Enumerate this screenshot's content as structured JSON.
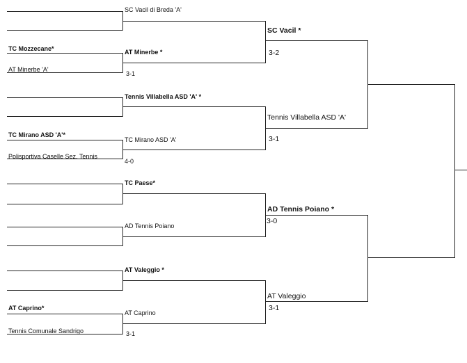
{
  "round1": {
    "matches": [
      {
        "top": {
          "name": "",
          "bold": false
        },
        "bottom": {
          "name": "",
          "bold": false
        },
        "score": ""
      },
      {
        "top": {
          "name": "TC Mozzecane*",
          "bold": true
        },
        "bottom": {
          "name": "AT Minerbe 'A'",
          "bold": false
        },
        "score": ""
      },
      {
        "top": {
          "name": "",
          "bold": false
        },
        "bottom": {
          "name": "",
          "bold": false
        },
        "score": ""
      },
      {
        "top": {
          "name": "TC Mirano ASD 'A'*",
          "bold": true
        },
        "bottom": {
          "name": "Polisportiva Caselle Sez. Tennis",
          "bold": false
        },
        "score": ""
      },
      {
        "top": {
          "name": "",
          "bold": false
        },
        "bottom": {
          "name": "",
          "bold": false
        },
        "score": ""
      },
      {
        "top": {
          "name": "",
          "bold": false
        },
        "bottom": {
          "name": "",
          "bold": false
        },
        "score": ""
      },
      {
        "top": {
          "name": "",
          "bold": false
        },
        "bottom": {
          "name": "",
          "bold": false
        },
        "score": ""
      },
      {
        "top": {
          "name": "AT Caprino*",
          "bold": true
        },
        "bottom": {
          "name": "Tennis Comunale Sandrigo",
          "bold": false
        },
        "score": ""
      }
    ]
  },
  "round2": {
    "matches": [
      {
        "top": {
          "name": "SC Vacil di Breda 'A'",
          "bold": false
        },
        "bottom": {
          "name": "AT Minerbe *",
          "bold": true
        },
        "score": "3-1"
      },
      {
        "top": {
          "name": "Tennis Villabella ASD 'A'  *",
          "bold": true
        },
        "bottom": {
          "name": "TC Mirano ASD 'A'",
          "bold": false
        },
        "score": "4-0"
      },
      {
        "top": {
          "name": "TC Paese*",
          "bold": true
        },
        "bottom": {
          "name": "AD Tennis Poiano",
          "bold": false
        },
        "score": ""
      },
      {
        "top": {
          "name": "AT Valeggio  *",
          "bold": true
        },
        "bottom": {
          "name": "AT Caprino",
          "bold": false
        },
        "score": "3-1"
      }
    ]
  },
  "round3": {
    "matches": [
      {
        "top": {
          "name": "SC Vacil *",
          "bold": true
        },
        "bottom": {
          "name": "Tennis Villabella ASD 'A'",
          "bold": false
        },
        "score_top": "3-2",
        "score_bottom": "3-1"
      },
      {
        "top": {
          "name": "AD Tennis Poiano  *",
          "bold": true
        },
        "bottom": {
          "name": "AT Valeggio",
          "bold": false
        },
        "score_top": "3-0",
        "score_bottom": "3-1"
      }
    ]
  }
}
